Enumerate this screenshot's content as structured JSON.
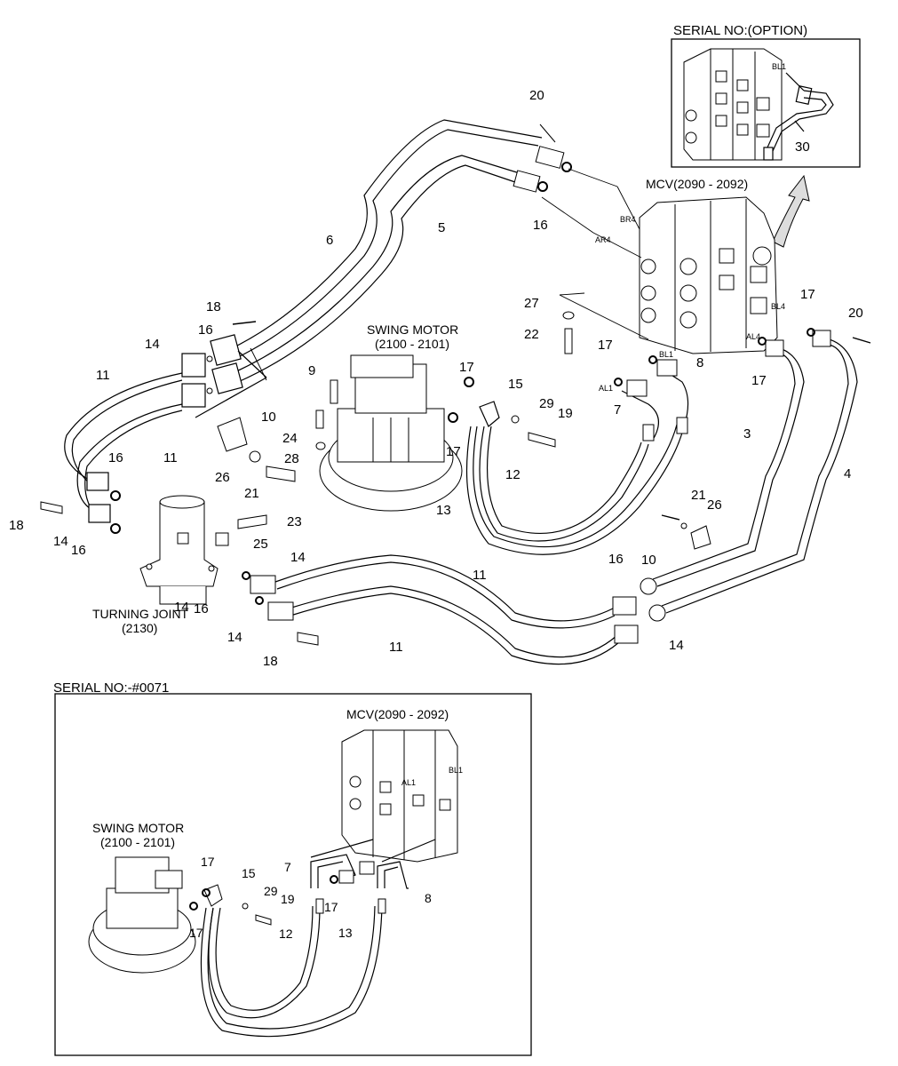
{
  "option_panel": {
    "title": "SERIAL NO:(OPTION)",
    "bl_tag": "BL1",
    "part": "30"
  },
  "main_view": {
    "mcv_label": "MCV(2090 - 2092)",
    "swing_motor_label": [
      "SWING MOTOR",
      "(2100 - 2101)"
    ],
    "turning_joint_label": [
      "TURNING JOINT",
      "(2130)"
    ],
    "port_tags": [
      "BR4",
      "AR4",
      "BL4",
      "AL4",
      "BL1",
      "AL1"
    ],
    "parts": [
      "20",
      "16",
      "5",
      "6",
      "18",
      "14",
      "16",
      "11",
      "11",
      "10",
      "26",
      "21",
      "24",
      "28",
      "9",
      "17",
      "15",
      "29",
      "19",
      "17",
      "12",
      "13",
      "27",
      "22",
      "17",
      "8",
      "7",
      "17",
      "17",
      "20",
      "3",
      "4",
      "21",
      "26",
      "10",
      "16",
      "14",
      "11",
      "11",
      "14",
      "16",
      "16",
      "18",
      "14",
      "16",
      "23",
      "25",
      "14",
      "14",
      "18"
    ]
  },
  "lower_view": {
    "title": "SERIAL NO:-#0071",
    "mcv_label": "MCV(2090 - 2092)",
    "swing_motor_label": [
      "SWING MOTOR",
      "(2100 - 2101)"
    ],
    "port_tags": [
      "BL1",
      "AL1"
    ],
    "parts": [
      "17",
      "15",
      "29",
      "19",
      "17",
      "12",
      "13",
      "7",
      "17",
      "8"
    ]
  }
}
